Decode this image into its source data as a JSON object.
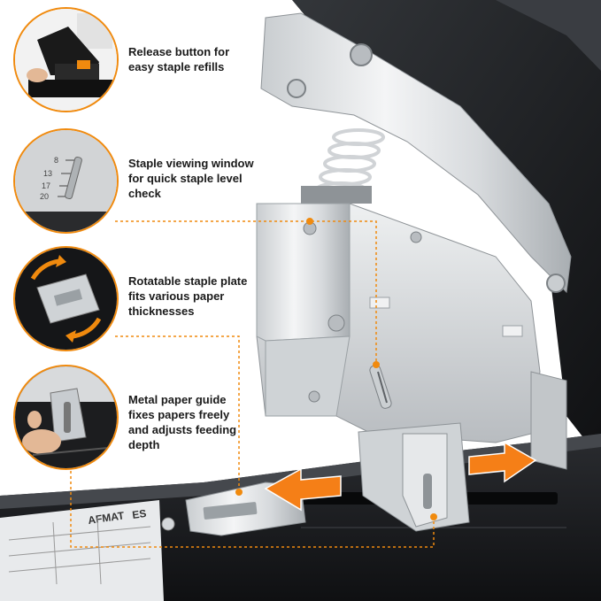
{
  "features": [
    {
      "lines": [
        "Release button for",
        "easy staple refills"
      ],
      "icon": "release-button-icon"
    },
    {
      "lines": [
        "Staple viewing window",
        "for quick staple level",
        "check"
      ],
      "icon": "viewing-window-icon"
    },
    {
      "lines": [
        "Rotatable staple plate",
        "fits various paper",
        "thicknesses"
      ],
      "icon": "rotate-plate-icon"
    },
    {
      "lines": [
        "Metal paper guide",
        "fixes papers freely",
        "and adjusts feeding",
        "depth"
      ],
      "icon": "paper-guide-icon"
    }
  ],
  "window_scale": [
    "8",
    "13",
    "17",
    "20"
  ],
  "label_text": [
    "AFMAT",
    "ES"
  ],
  "colors": {
    "accent": "#f08a0e",
    "arrow": "#f57f17",
    "metal": "#d9dde0",
    "body": "#1b1d20"
  }
}
